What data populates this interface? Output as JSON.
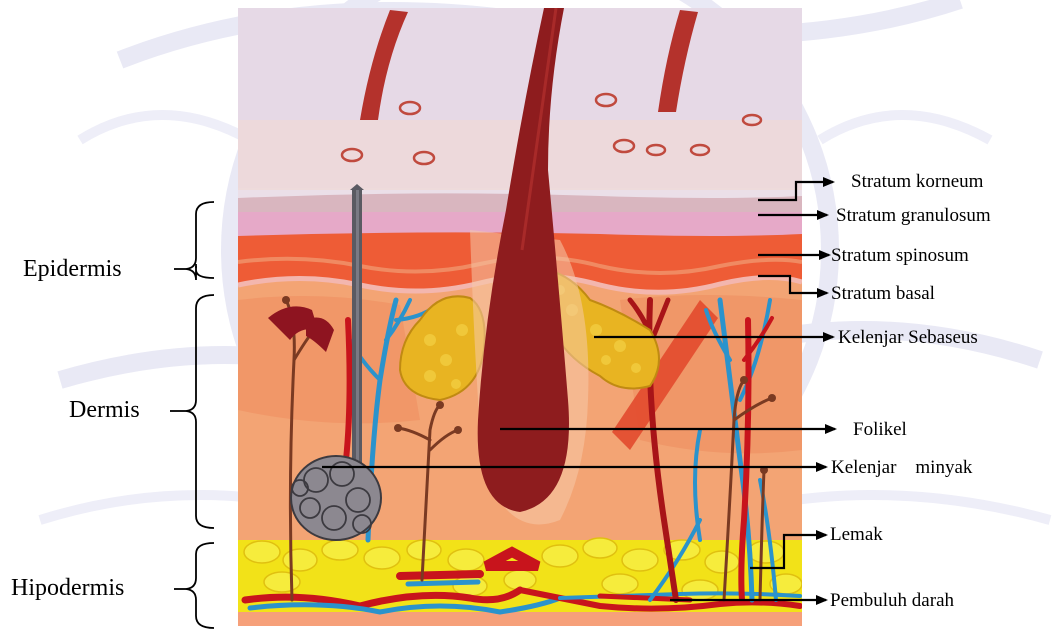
{
  "groups": {
    "epidermis": "Epidermis",
    "dermis": "Dermis",
    "hipodermis": "Hipodermis"
  },
  "labels": {
    "stratum_korneum": "Stratum korneum",
    "stratum_granulosum": "Stratum granulosum",
    "stratum_spinosum": "Stratum spinosum",
    "stratum_basal": "Stratum basal",
    "kelenjar_sebaseus": "Kelenjar Sebaseus",
    "folikel": "Folikel",
    "kelenjar_minyak": "Kelenjar    minyak",
    "lemak": "Lemak",
    "pembuluh_darah": "Pembuluh darah"
  },
  "colors": {
    "background": "#ffffff",
    "watermark": "#e8e8f4",
    "skin_surface": "#e4d8e4",
    "epidermis_red": "#ee5a38",
    "dermis_orange": "#f4a072",
    "follicle": "#8e1c1e",
    "sebaceous_yellow": "#e8b422",
    "fat_yellow": "#f4e21c",
    "vein_blue": "#2b93cc",
    "artery_red": "#c8141c",
    "oil_gland_gray": "#8c8890",
    "hair_shaft_gray": "#5a5a62"
  }
}
